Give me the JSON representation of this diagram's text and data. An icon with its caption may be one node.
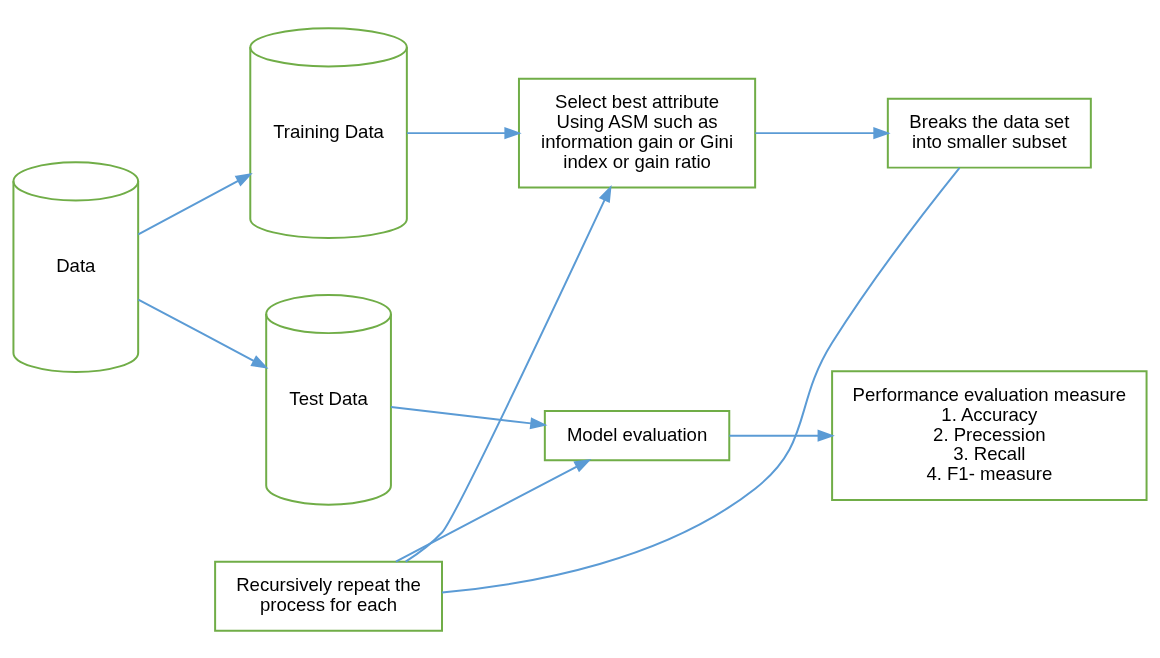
{
  "diagram": {
    "nodes": [
      {
        "text": [
          "Data"
        ]
      },
      {
        "text": [
          "Training Data"
        ]
      },
      {
        "text": [
          "Test Data"
        ]
      },
      {
        "text": [
          "Select best attribute Using ASM such as information gain or Gini index or gain ratio"
        ]
      },
      {
        "text": [
          "Breaks the data set into smaller subset"
        ]
      },
      {
        "text": [
          "Recursively repeat the process for each"
        ]
      },
      {
        "text": [
          "Model evaluation"
        ]
      },
      {
        "text": [
          "Performance evaluation measure",
          "1. Accuracy",
          "2. Precession",
          "3. Recall",
          "4. F1- measure"
        ]
      }
    ],
    "edges": [
      {
        "from": 0,
        "to": 1,
        "arrow": "to"
      },
      {
        "from": 0,
        "to": 2,
        "arrow": "to"
      },
      {
        "from": 1,
        "to": 3,
        "arrow": "to"
      },
      {
        "from": 3,
        "to": 4,
        "arrow": "to"
      },
      {
        "from": 4,
        "to": 5,
        "arrow": "none"
      },
      {
        "from": 5,
        "to": 3,
        "arrow": "to"
      },
      {
        "from": 5,
        "to": 6,
        "arrow": "to"
      },
      {
        "from": 2,
        "to": 6,
        "arrow": "to"
      },
      {
        "from": 6,
        "to": 7,
        "arrow": "to"
      }
    ]
  }
}
